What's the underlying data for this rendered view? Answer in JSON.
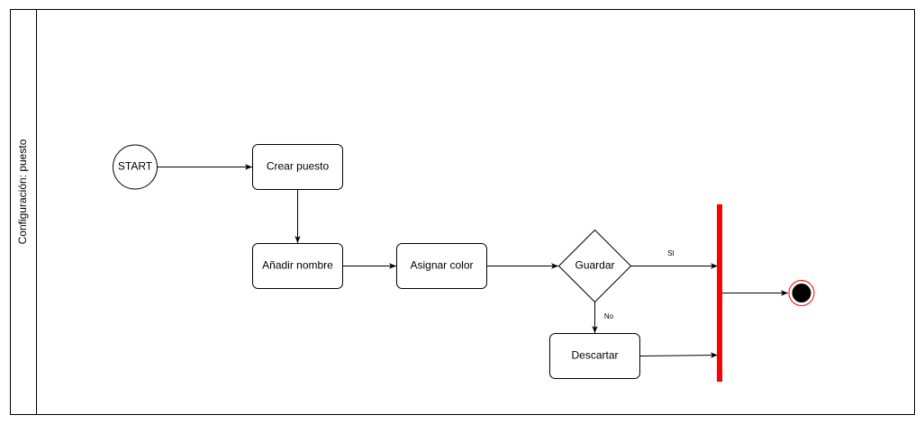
{
  "lane": {
    "title": "Configuración: puesto"
  },
  "nodes": {
    "start": "START",
    "crear_puesto": "Crear puesto",
    "anadir_nombre": "Añadir nombre",
    "asignar_color": "Asignar color",
    "guardar": "Guardar",
    "descartar": "Descartar"
  },
  "edges": {
    "si": "SI",
    "no": "No"
  },
  "colors": {
    "stroke": "#000000",
    "join_bar": "#ff0000",
    "end_ring": "#ff0000"
  }
}
